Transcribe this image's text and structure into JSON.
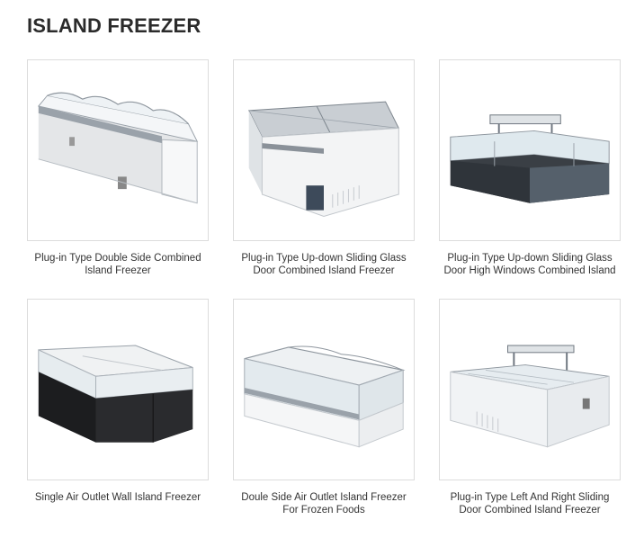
{
  "page": {
    "title": "ISLAND FREEZER"
  },
  "products": [
    {
      "name": "Plug-in Type Double Side Combined Island Freezer",
      "image_icon": "double-side-island-freezer-image"
    },
    {
      "name": "Plug-in Type Up-down Sliding Glass Door Combined Island Freezer",
      "image_icon": "sliding-glass-island-freezer-image"
    },
    {
      "name": "Plug-in Type Up-down Sliding Glass Door High Windows Combined Island",
      "image_icon": "high-window-island-freezer-image"
    },
    {
      "name": "Single Air Outlet Wall Island Freezer",
      "image_icon": "black-wall-island-freezer-image"
    },
    {
      "name": "Doule Side Air Outlet Island Freezer For Frozen Foods",
      "image_icon": "air-outlet-island-freezer-image"
    },
    {
      "name": "Plug-in Type Left And Right Sliding Door Combined Island Freezer",
      "image_icon": "left-right-sliding-island-freezer-image"
    }
  ]
}
